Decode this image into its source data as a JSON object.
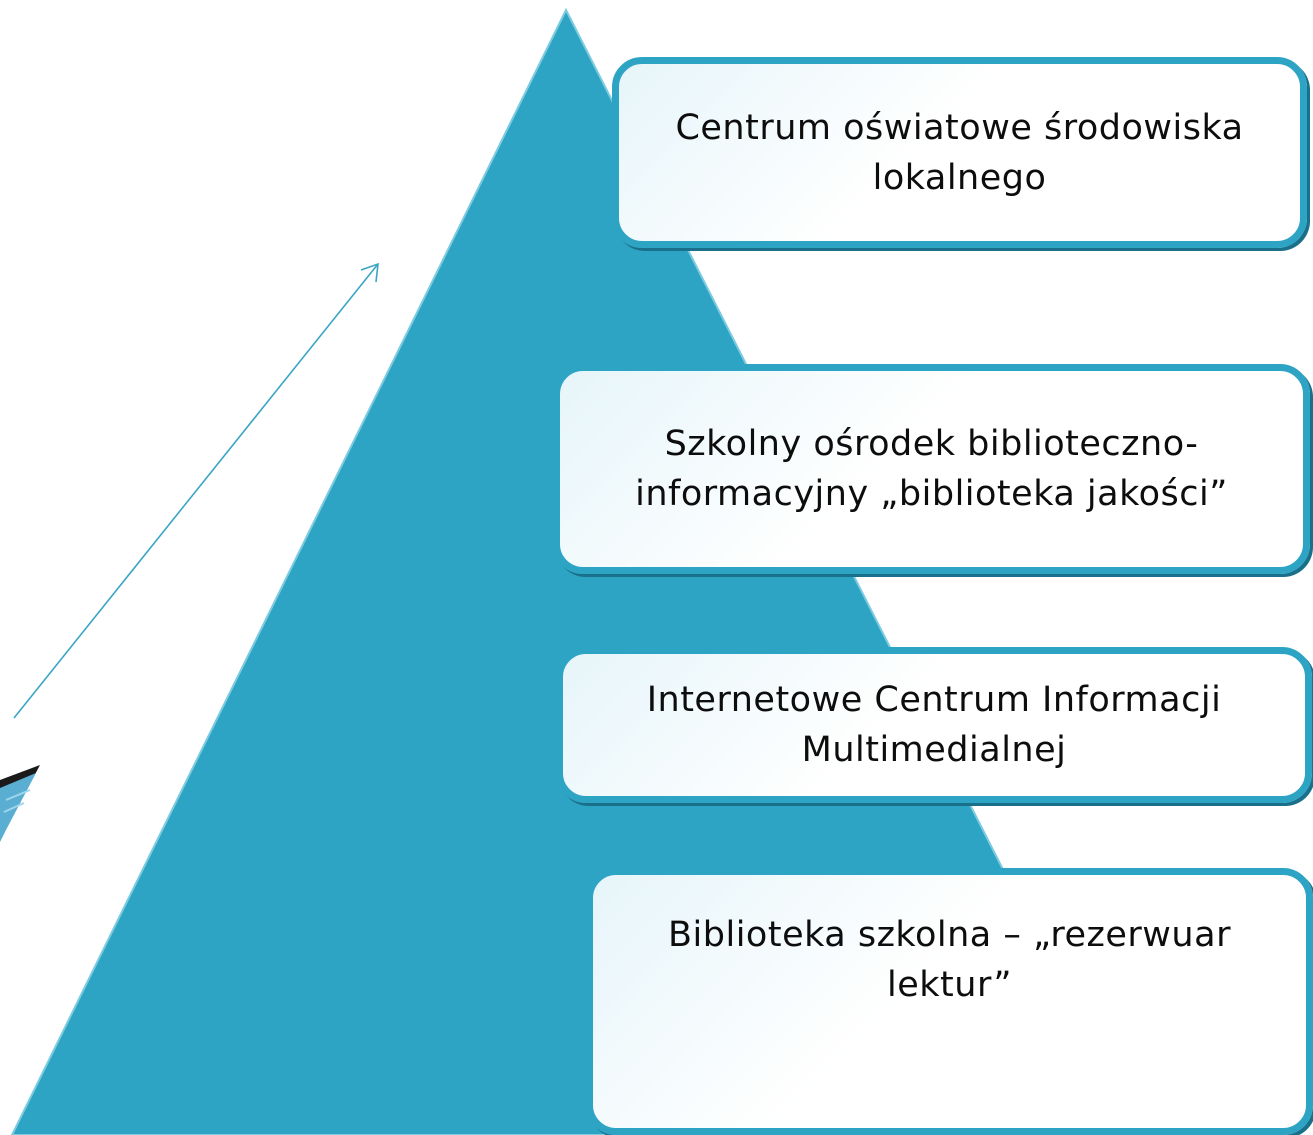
{
  "colors": {
    "pyramid_fill": "#2ea4c4",
    "pyramid_outline": "#4fb8d4",
    "arrow": "#3aa6c4",
    "box_border": "#2ea4c4",
    "box_shadow": "#1a6f8a",
    "text": "#0d0d0d"
  },
  "icons": {
    "arrow": "arrow-up-right-icon"
  },
  "levels": [
    {
      "text": "Centrum oświatowe środowiska lokalnego"
    },
    {
      "text": "Szkolny ośrodek biblioteczno-informacyjny „biblioteka jakości”"
    },
    {
      "text": "Internetowe Centrum Informacji Multimedialnej"
    },
    {
      "text": "Biblioteka szkolna – „rezerwuar lektur”"
    }
  ]
}
